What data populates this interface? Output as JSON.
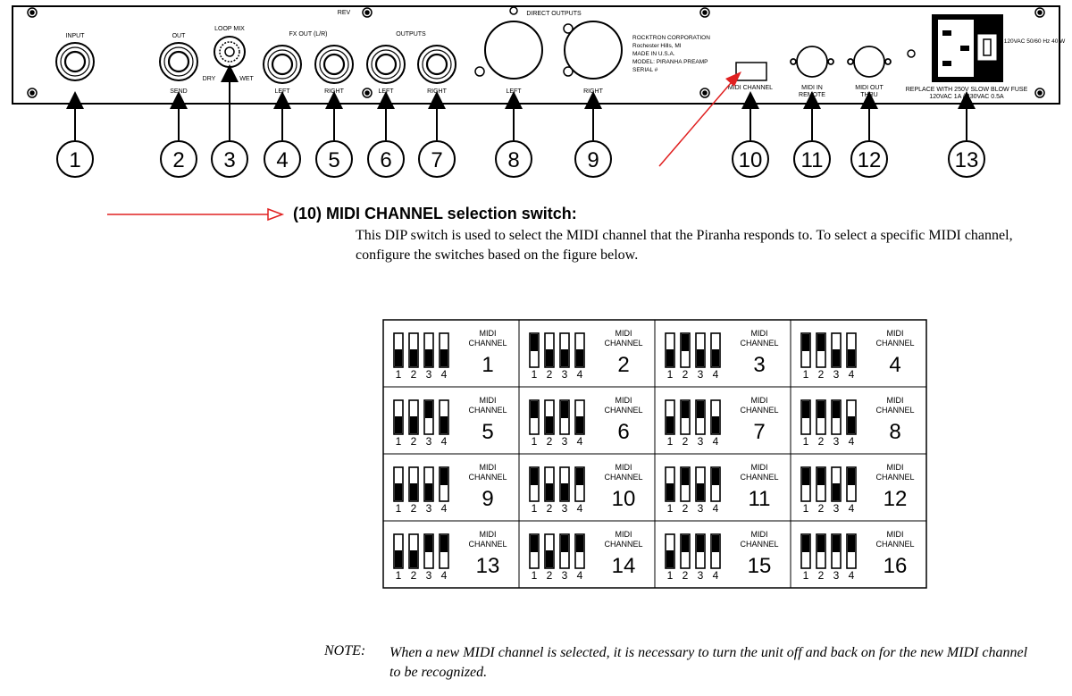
{
  "panel": {
    "labels": {
      "rev": "REV",
      "input": "INPUT",
      "out": "OUT",
      "loop_mix": "LOOP MIX",
      "dry": "DRY",
      "wet": "WET",
      "fxout": "FX OUT (L/R)",
      "outputs": "OUTPUTS",
      "send": "SEND",
      "left": "LEFT",
      "right": "RIGHT",
      "direct_outputs": "DIRECT OUTPUTS",
      "midi_channel": "MIDI CHANNEL",
      "midi_in": "MIDI IN",
      "midi_in_sub": "REMOTE",
      "midi_out": "MIDI OUT",
      "midi_out_sub": "THRU",
      "fuse": "REPLACE WITH 250V SLOW BLOW FUSE",
      "fuse_sub": "120VAC 1A / 230VAC 0.5A",
      "voltage": "120VAC 50/60 Hz 40 W"
    },
    "info_lines": [
      "ROCKTRON CORPORATION",
      "Rochester Hills, MI",
      "MADE IN U.S.A.",
      "MODEL: PIRANHA PREAMP",
      "SERIAL #"
    ],
    "callouts": [
      "1",
      "2",
      "3",
      "4",
      "5",
      "6",
      "7",
      "8",
      "9",
      "10",
      "11",
      "12",
      "13"
    ],
    "accent_color": "#e02020"
  },
  "section": {
    "heading": "(10) MIDI CHANNEL selection switch:",
    "description": "This DIP switch is used to select the MIDI channel that the Piranha responds to. To select a specific MIDI channel, configure the switches based on the figure below."
  },
  "dip_table": {
    "channel_word_1": "MIDI",
    "channel_word_2": "CHANNEL",
    "switch_numbers": [
      "1",
      "2",
      "3",
      "4"
    ],
    "channels": [
      {
        "number": "1",
        "switches": [
          0,
          0,
          0,
          0
        ]
      },
      {
        "number": "2",
        "switches": [
          1,
          0,
          0,
          0
        ]
      },
      {
        "number": "3",
        "switches": [
          0,
          1,
          0,
          0
        ]
      },
      {
        "number": "4",
        "switches": [
          1,
          1,
          0,
          0
        ]
      },
      {
        "number": "5",
        "switches": [
          0,
          0,
          1,
          0
        ]
      },
      {
        "number": "6",
        "switches": [
          1,
          0,
          1,
          0
        ]
      },
      {
        "number": "7",
        "switches": [
          0,
          1,
          1,
          0
        ]
      },
      {
        "number": "8",
        "switches": [
          1,
          1,
          1,
          0
        ]
      },
      {
        "number": "9",
        "switches": [
          0,
          0,
          0,
          1
        ]
      },
      {
        "number": "10",
        "switches": [
          1,
          0,
          0,
          1
        ]
      },
      {
        "number": "11",
        "switches": [
          0,
          1,
          0,
          1
        ]
      },
      {
        "number": "12",
        "switches": [
          1,
          1,
          0,
          1
        ]
      },
      {
        "number": "13",
        "switches": [
          0,
          0,
          1,
          1
        ]
      },
      {
        "number": "14",
        "switches": [
          1,
          0,
          1,
          1
        ]
      },
      {
        "number": "15",
        "switches": [
          0,
          1,
          1,
          1
        ]
      },
      {
        "number": "16",
        "switches": [
          1,
          1,
          1,
          1
        ]
      }
    ]
  },
  "note": {
    "label": "NOTE:",
    "text": "When a new MIDI channel is selected, it is necessary to turn the unit off and back on for the new MIDI channel to be recognized."
  }
}
